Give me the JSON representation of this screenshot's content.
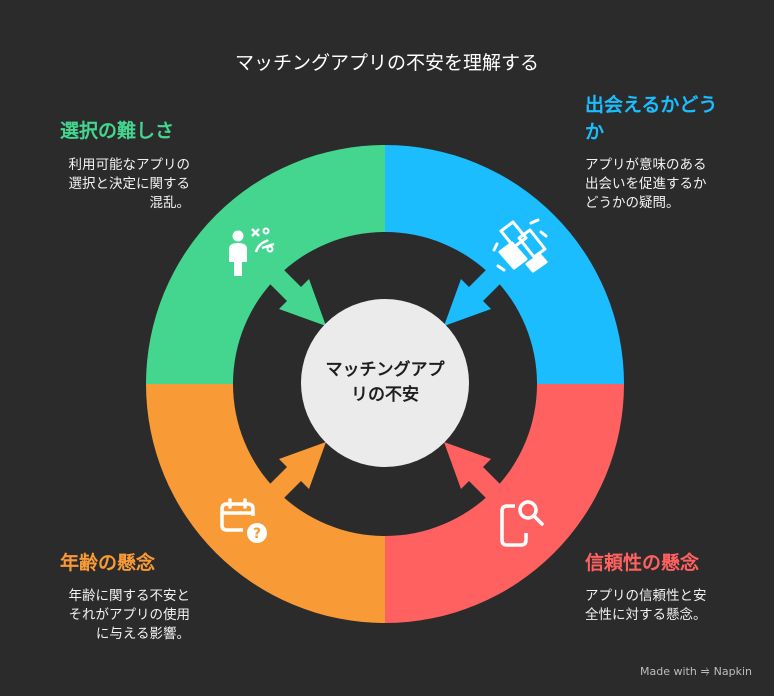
{
  "title": "マッチングアプリの不安を理解する",
  "center": "マッチングアプリの不安",
  "colors": {
    "background": "#2b2b2b",
    "choice": "#44d68f",
    "meeting": "#1bbdff",
    "trust": "#ff6161",
    "age": "#f89a36",
    "center": "#ebebeb"
  },
  "quadrants": {
    "choice": {
      "title": "選択の難しさ",
      "desc_lines": [
        "利用可能なアプリの",
        "選択と決定に関する",
        "混乱。"
      ],
      "icon": "person-decision-icon"
    },
    "meeting": {
      "title_lines": [
        "出会えるかどう",
        "か"
      ],
      "desc_lines": [
        "アプリが意味のある",
        "出会いを促進するか",
        "どうかの疑問。"
      ],
      "icon": "handshake-icon"
    },
    "trust": {
      "title": "信頼性の懸念",
      "desc_lines": [
        "アプリの信頼性と安",
        "全性に対する懸念。"
      ],
      "icon": "phone-search-icon"
    },
    "age": {
      "title": "年齢の懸念",
      "desc_lines": [
        "年齢に関する不安と",
        "それがアプリの使用",
        "に与える影響。"
      ],
      "icon": "calendar-question-icon"
    }
  },
  "footer": {
    "made_with": "Made with",
    "brand": "Napkin"
  }
}
